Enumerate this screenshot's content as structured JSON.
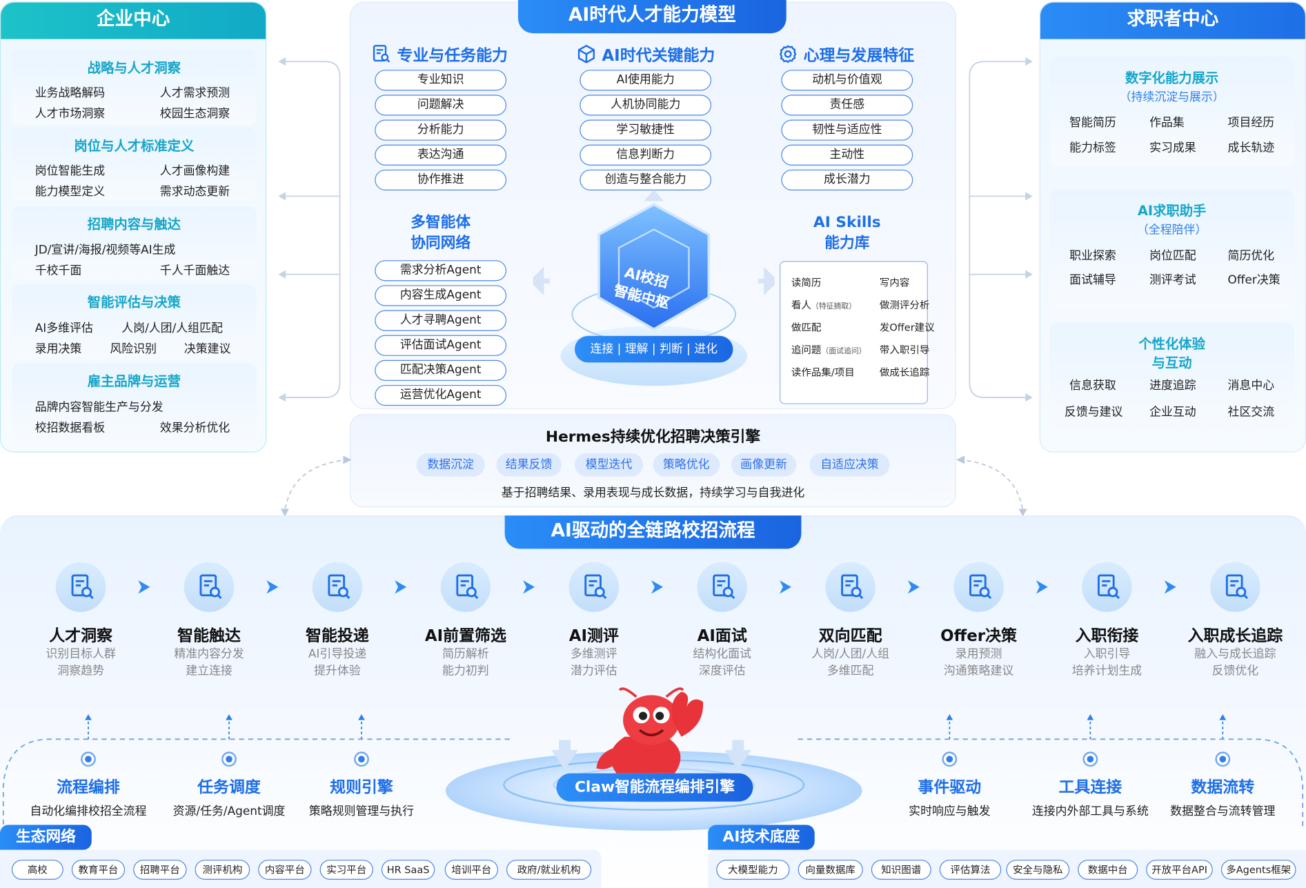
{
  "left_panel": {
    "title": "企业中心",
    "sections": [
      {
        "title": "战略与人才洞察",
        "items": [
          "业务战略解码",
          "人才需求预测",
          "人才市场洞察",
          "校园生态洞察"
        ]
      },
      {
        "title": "岗位与人才标准定义",
        "items": [
          "岗位智能生成",
          "人才画像构建",
          "能力模型定义",
          "需求动态更新"
        ]
      },
      {
        "title": "招聘内容与触达",
        "items": [
          "JD/宣讲/海报/视频等AI生成",
          "千校千面",
          "千人千面触达"
        ]
      },
      {
        "title": "智能评估与决策",
        "items": [
          "AI多维评估",
          "人岗/人团/人组匹配",
          "录用决策",
          "风险识别",
          "决策建议"
        ]
      },
      {
        "title": "雇主品牌与运营",
        "items": [
          "品牌内容智能生产与分发",
          "校招数据看板",
          "效果分析优化"
        ]
      }
    ]
  },
  "right_panel": {
    "title": "求职者中心",
    "sections": [
      {
        "title": "数字化能力展示",
        "subtitle": "（持续沉淀与展示）",
        "items": [
          "智能简历",
          "作品集",
          "项目经历",
          "能力标签",
          "实习成果",
          "成长轨迹"
        ]
      },
      {
        "title": "AI求职助手",
        "subtitle": "（全程陪伴）",
        "items": [
          "职业探索",
          "岗位匹配",
          "简历优化",
          "面试辅导",
          "测评考试",
          "Offer决策"
        ]
      },
      {
        "title": "个性化体验",
        "title2": "与互动",
        "items": [
          "信息获取",
          "进度追踪",
          "消息中心",
          "反馈与建议",
          "企业互动",
          "社区交流"
        ]
      }
    ]
  },
  "model": {
    "banner": "AI时代人才能力模型",
    "columns": [
      {
        "title": "专业与任务能力",
        "icon": "document-search-icon",
        "items": [
          "专业知识",
          "问题解决",
          "分析能力",
          "表达沟通",
          "协作推进"
        ]
      },
      {
        "title": "AI时代关键能力",
        "icon": "cube-icon",
        "items": [
          "AI使用能力",
          "人机协同能力",
          "学习敏捷性",
          "信息判断力",
          "创造与整合能力"
        ]
      },
      {
        "title": "心理与发展特征",
        "icon": "gear-icon",
        "items": [
          "动机与价值观",
          "责任感",
          "韧性与适应性",
          "主动性",
          "成长潜力"
        ]
      }
    ],
    "agents_title": [
      "多智能体",
      "协同网络"
    ],
    "agents": [
      "需求分析Agent",
      "内容生成Agent",
      "人才寻聘Agent",
      "评估面试Agent",
      "匹配决策Agent",
      "运营优化Agent"
    ],
    "hub_label": [
      "AI校招",
      "智能中枢"
    ],
    "hub_tags": [
      "连接",
      "理解",
      "判断",
      "进化"
    ],
    "skills_title": [
      "AI Skills",
      "能力库"
    ],
    "skills": [
      {
        "label": "读简历",
        "note": ""
      },
      {
        "label": "写内容",
        "note": ""
      },
      {
        "label": "看人",
        "note": "（特征摘取）"
      },
      {
        "label": "做测评分析",
        "note": ""
      },
      {
        "label": "做匹配",
        "note": ""
      },
      {
        "label": "发Offer建议",
        "note": ""
      },
      {
        "label": "追问题",
        "note": "（面试追问）"
      },
      {
        "label": "带入职引导",
        "note": ""
      },
      {
        "label": "读作品集/项目",
        "note": ""
      },
      {
        "label": "做成长追踪",
        "note": ""
      }
    ]
  },
  "hermes": {
    "title": "Hermes持续优化招聘决策引擎",
    "tags": [
      "数据沉淀",
      "结果反馈",
      "模型迭代",
      "策略优化",
      "画像更新",
      "自适应决策"
    ],
    "desc": "基于招聘结果、录用表现与成长数据，持续学习与自我进化"
  },
  "flow": {
    "banner": "AI驱动的全链路校招流程",
    "steps": [
      {
        "name": "人才洞察",
        "d1": "识别目标人群",
        "d2": "洞察趋势"
      },
      {
        "name": "智能触达",
        "d1": "精准内容分发",
        "d2": "建立连接"
      },
      {
        "name": "智能投递",
        "d1": "AI引导投递",
        "d2": "提升体验"
      },
      {
        "name": "AI前置筛选",
        "d1": "简历解析",
        "d2": "能力初判"
      },
      {
        "name": "AI测评",
        "d1": "多维测评",
        "d2": "潜力评估"
      },
      {
        "name": "AI面试",
        "d1": "结构化面试",
        "d2": "深度评估"
      },
      {
        "name": "双向匹配",
        "d1": "人岗/人团/人组",
        "d2": "多维匹配"
      },
      {
        "name": "Offer决策",
        "d1": "录用预测",
        "d2": "沟通策略建议"
      },
      {
        "name": "入职衔接",
        "d1": "入职引导",
        "d2": "培养计划生成"
      },
      {
        "name": "入职成长追踪",
        "d1": "融入与成长追踪",
        "d2": "反馈优化"
      }
    ],
    "engine_left": [
      {
        "title": "流程编排",
        "desc": "自动化编排校招全流程"
      },
      {
        "title": "任务调度",
        "desc": "资源/任务/Agent调度"
      },
      {
        "title": "规则引擎",
        "desc": "策略规则管理与执行"
      }
    ],
    "engine_right": [
      {
        "title": "事件驱动",
        "desc": "实时响应与触发"
      },
      {
        "title": "工具连接",
        "desc": "连接内外部工具与系统"
      },
      {
        "title": "数据流转",
        "desc": "数据整合与流转管理"
      }
    ],
    "engine_label": "Claw智能流程编排引擎"
  },
  "ecosystem": {
    "title": "生态网络",
    "items": [
      "高校",
      "教育平台",
      "招聘平台",
      "测评机构",
      "内容平台",
      "实习平台",
      "HR SaaS",
      "培训平台",
      "政府/就业机构"
    ]
  },
  "tech": {
    "title": "AI技术底座",
    "items": [
      "大模型能力",
      "向量数据库",
      "知识图谱",
      "评估算法",
      "安全与隐私",
      "数据中台",
      "开放平台API",
      "多Agents框架"
    ]
  },
  "colors": {
    "brand_blue": "#1e6fe6",
    "teal": "#16a6c8",
    "lobster_red": "#e8333a"
  }
}
